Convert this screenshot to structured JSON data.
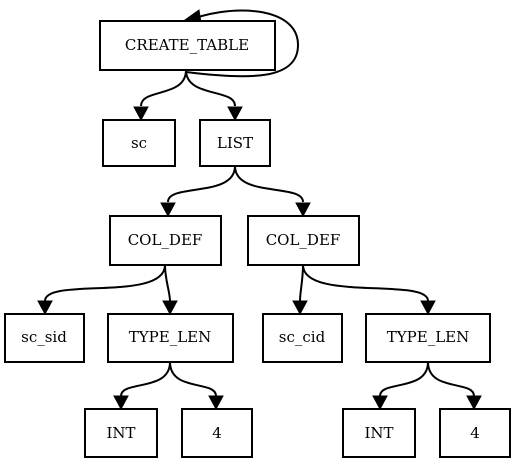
{
  "diagram": {
    "nodes": {
      "create_table": "CREATE_TABLE",
      "sc": "sc",
      "list": "LIST",
      "col_def_1": "COL_DEF",
      "col_def_2": "COL_DEF",
      "sc_sid": "sc_sid",
      "type_len_1": "TYPE_LEN",
      "sc_cid": "sc_cid",
      "type_len_2": "TYPE_LEN",
      "int_1": "INT",
      "len_1": "4",
      "int_2": "INT",
      "len_2": "4"
    },
    "edges": [
      {
        "from": "create_table",
        "to": "create_table"
      },
      {
        "from": "create_table",
        "to": "sc"
      },
      {
        "from": "create_table",
        "to": "list"
      },
      {
        "from": "list",
        "to": "col_def_1"
      },
      {
        "from": "list",
        "to": "col_def_2"
      },
      {
        "from": "col_def_1",
        "to": "sc_sid"
      },
      {
        "from": "col_def_1",
        "to": "type_len_1"
      },
      {
        "from": "col_def_2",
        "to": "sc_cid"
      },
      {
        "from": "col_def_2",
        "to": "type_len_2"
      },
      {
        "from": "type_len_1",
        "to": "int_1"
      },
      {
        "from": "type_len_1",
        "to": "len_1"
      },
      {
        "from": "type_len_2",
        "to": "int_2"
      },
      {
        "from": "type_len_2",
        "to": "len_2"
      }
    ]
  }
}
